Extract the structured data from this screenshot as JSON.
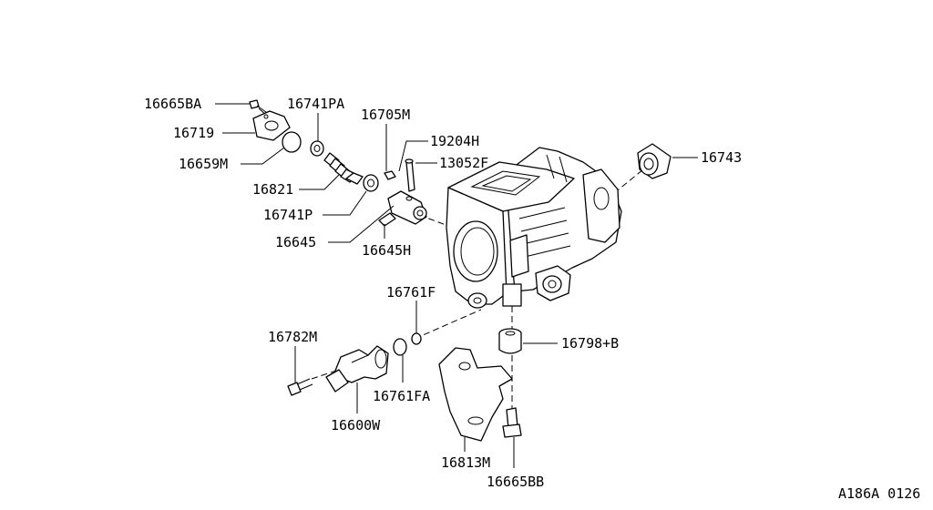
{
  "labels": {
    "p16665BA": "16665BA",
    "p16719": "16719",
    "p16659M": "16659M",
    "p16741PA": "16741PA",
    "p16821": "16821",
    "p16741P": "16741P",
    "p16705M": "16705M",
    "p19204H": "19204H",
    "p13052F": "13052F",
    "p16645": "16645",
    "p16645H": "16645H",
    "p16743": "16743",
    "p16761F": "16761F",
    "p16782M": "16782M",
    "p16761FA": "16761FA",
    "p16600W": "16600W",
    "p16798B": "16798+B",
    "p16813M": "16813M",
    "p16665BB": "16665BB"
  },
  "figure_code": "A186A 0126"
}
